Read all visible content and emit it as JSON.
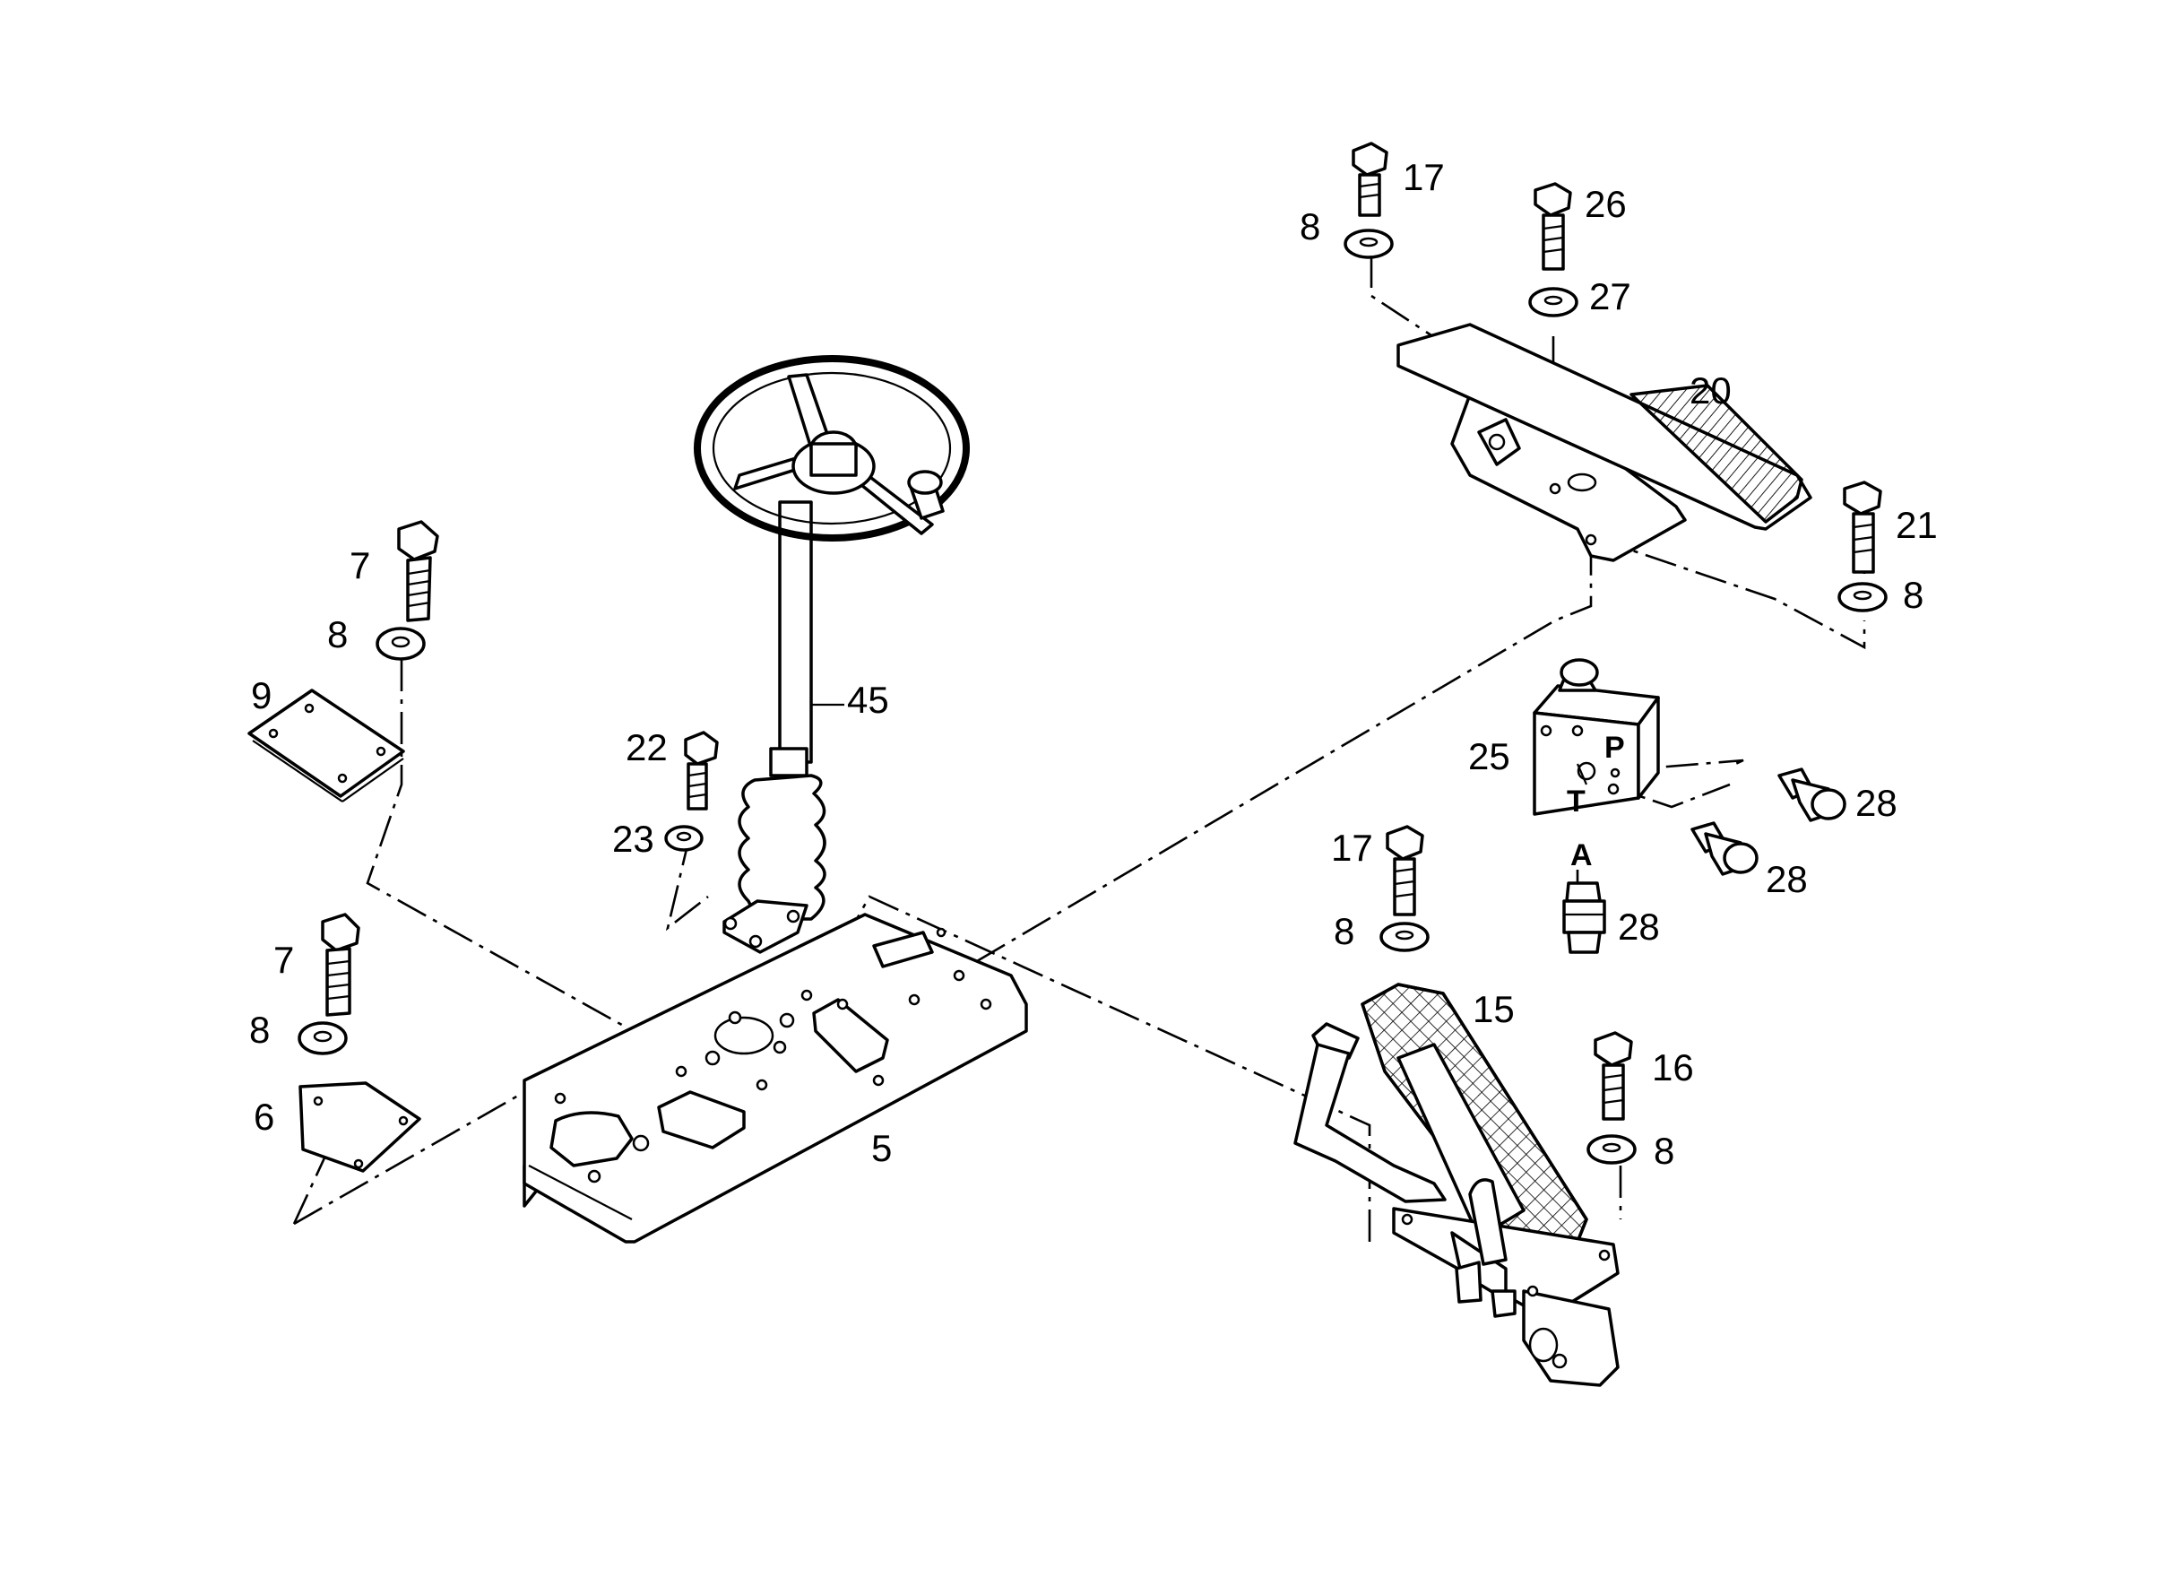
{
  "labels": {
    "l7a": "7",
    "l8a": "8",
    "l9": "9",
    "l7b": "7",
    "l8b": "8",
    "l6": "6",
    "l22": "22",
    "l23": "23",
    "l45": "45",
    "l5": "5",
    "l17a": "17",
    "l8c": "8",
    "l26": "26",
    "l27": "27",
    "l20": "20",
    "l21": "21",
    "l8d": "8",
    "l25": "25",
    "l28a": "28",
    "l28b": "28",
    "l28c": "28",
    "l17b": "17",
    "l8e": "8",
    "l15": "15",
    "l16": "16",
    "l8f": "8"
  },
  "ports": {
    "p": "P",
    "t": "T",
    "a": "A"
  }
}
